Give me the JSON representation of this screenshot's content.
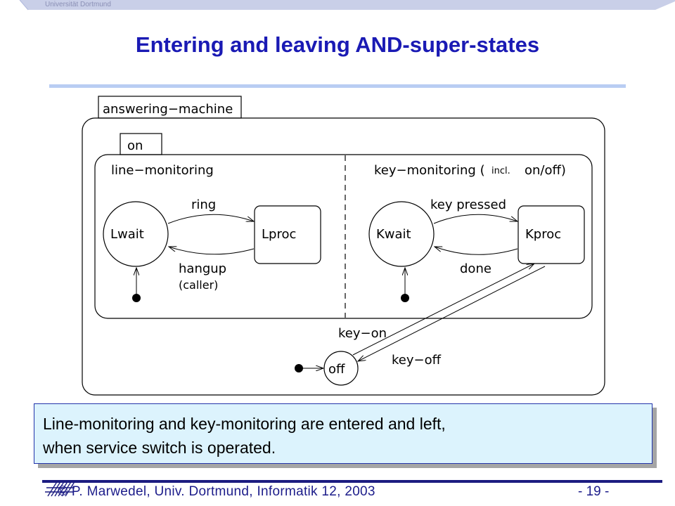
{
  "header": {
    "university": "Universität Dortmund",
    "title": "Entering and leaving AND-super-states"
  },
  "diagram": {
    "outer_state": "answering−machine",
    "on_state": "on",
    "left_region": "line−monitoring",
    "right_region_prefix": "key−monitoring (",
    "right_region_insert": "incl.",
    "right_region_suffix": "on/off)",
    "states": {
      "lwait": "Lwait",
      "lproc": "Lproc",
      "kwait": "Kwait",
      "kproc": "Kproc",
      "off": "off"
    },
    "transitions": {
      "ring": "ring",
      "hangup": "hangup",
      "caller": "(caller)",
      "key_pressed": "key pressed",
      "done": "done",
      "key_on": "key−on",
      "key_off": "key−off"
    }
  },
  "note": {
    "line1": "Line-monitoring and key-monitoring are entered and left,",
    "line2": "when service switch is operated."
  },
  "footer": {
    "copyright_symbol": "©",
    "author": "P. Marwedel, Univ. Dortmund, Informatik 12, 2003",
    "page": "- 19 -"
  },
  "colors": {
    "title": "#1a1ab4",
    "footer": "#1c1c8a",
    "note_bg": "#dcf3fd",
    "accent_rule": "#b9cdf3"
  }
}
